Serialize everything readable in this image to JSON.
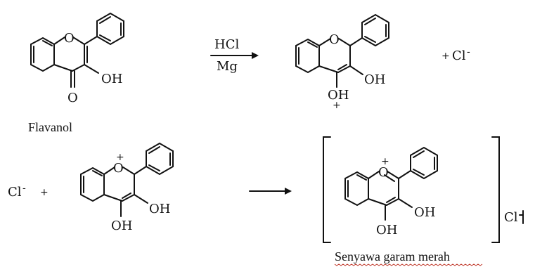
{
  "reaction_step1": {
    "reactant_label": "Flavanol",
    "reagent_top": "HCl",
    "reagent_bottom": "Mg",
    "counter_ion": "Cl",
    "plus_sign": "+",
    "charge_minus": "-",
    "charge_plus": "+"
  },
  "reaction_step2": {
    "left_ion": "Cl",
    "plus_sign": "+",
    "product_counter_ion": "Cl",
    "product_label": "Senyawa garam merah",
    "charge_minus": "-",
    "charge_plus": "+"
  },
  "atoms": {
    "o": "O",
    "oh": "OH"
  }
}
